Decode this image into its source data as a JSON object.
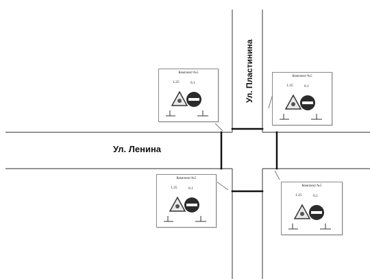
{
  "streets": {
    "horizontal": "Ул. Ленина",
    "vertical": "Ул. Пластинина"
  },
  "cards": [
    {
      "id": "nw",
      "title": "Комплект №5",
      "value_1": "1.25",
      "value_2": "6.1"
    },
    {
      "id": "ne",
      "title": "Комплект №5",
      "value_1": "1.25",
      "value_2": "6.1"
    },
    {
      "id": "sw",
      "title": "Комплект №5",
      "value_1": "1.25",
      "value_2": "6.1"
    },
    {
      "id": "se",
      "title": "Комплект №5",
      "value_1": "1.25",
      "value_2": "6.1"
    }
  ],
  "icons": {
    "warning_sign": "roadworks-warning-sign-icon",
    "prohibition_sign": "no-entry-sign-icon"
  },
  "colors": {
    "road_edge": "#555555",
    "stop_line": "#111111",
    "warning_sign_fill": "#e8e8e8",
    "prohibition_sign_fill": "#2b2b2b"
  }
}
